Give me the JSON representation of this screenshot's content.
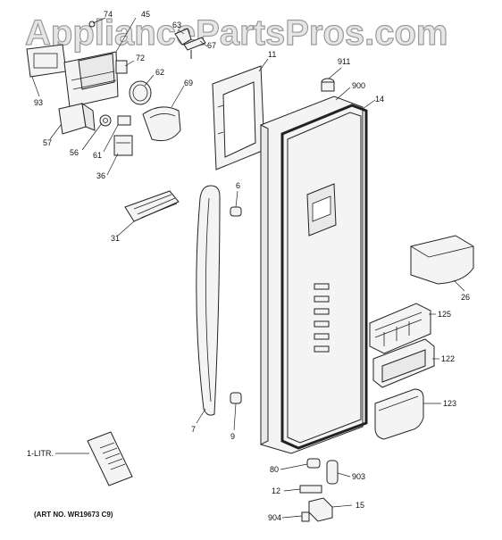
{
  "watermark": "AppliancePartsPros.com",
  "art_number": "(ART NO. WR19673 C9)",
  "callouts": {
    "p74": "74",
    "p45": "45",
    "p63": "63",
    "p67": "67",
    "p72": "72",
    "p62": "62",
    "p69": "69",
    "p93": "93",
    "p57": "57",
    "p56": "56",
    "p61": "61",
    "p36": "36",
    "p11": "11",
    "p911": "911",
    "p900": "900",
    "p14": "14",
    "p6": "6",
    "p31": "31",
    "p26": "26",
    "p125": "125",
    "p122": "122",
    "p123": "123",
    "p7": "7",
    "p9": "9",
    "p80": "80",
    "p903": "903",
    "p12": "12",
    "p904": "904",
    "p15": "15",
    "p1litr": "1-LITR."
  }
}
